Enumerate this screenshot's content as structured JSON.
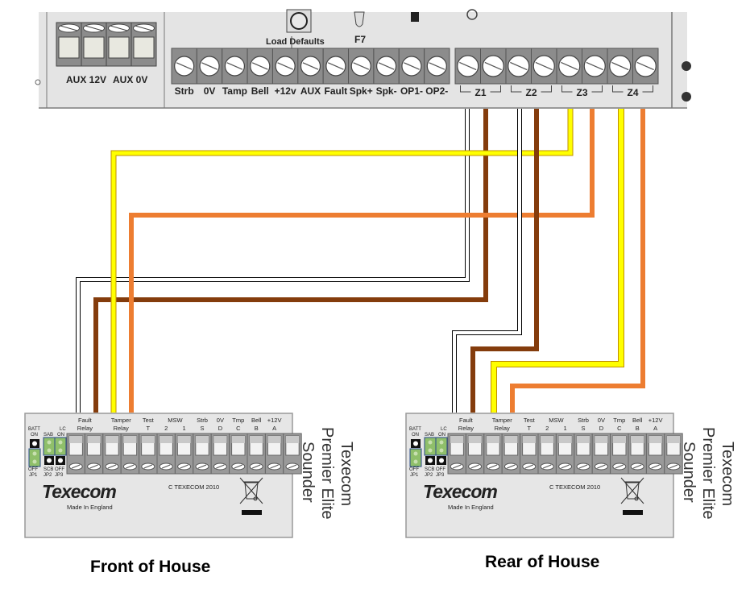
{
  "panel": {
    "aux_labels": [
      "AUX 12V",
      "AUX 0V"
    ],
    "load_defaults_label": "Load Defaults",
    "f7_label": "F7",
    "terminals": [
      "Strb",
      "0V",
      "Tamp",
      "Bell",
      "+12v",
      "AUX",
      "Fault",
      "Spk+",
      "Spk-",
      "OP1-",
      "OP2-"
    ],
    "zones": [
      "Z1",
      "Z2",
      "Z3",
      "Z4"
    ]
  },
  "sounders": [
    {
      "caption": "Front of House",
      "title_lines": [
        "Texecom",
        "Premier Elite",
        "Sounder"
      ]
    },
    {
      "caption": "Rear of House",
      "title_lines": [
        "Texecom",
        "Premier Elite",
        "Sounder"
      ]
    }
  ],
  "sounder_board": {
    "terminal_groups": [
      {
        "top": "Fault",
        "bottom": "Relay"
      },
      {
        "top": "Tamper",
        "bottom": "Relay"
      },
      {
        "top": "Test",
        "bottom": "T"
      },
      {
        "top": "MSW",
        "bottom_left": "2",
        "bottom_right": "1"
      },
      {
        "top": "Strb",
        "bottom": "S"
      },
      {
        "top": "0V",
        "bottom": "D"
      },
      {
        "top": "Tmp",
        "bottom": "C"
      },
      {
        "top": "Bell",
        "bottom": "B"
      },
      {
        "top": "+12V",
        "bottom": "A"
      }
    ],
    "jumpers": {
      "batt": "BATT",
      "on": "ON",
      "sab": "SAB",
      "lc": "LC",
      "off": "OFF",
      "scb": "SCB",
      "jp1": "JP1",
      "jp2": "JP2",
      "jp3": "JP3"
    },
    "brand": "Texecom",
    "made_in": "Made In England",
    "copyright": "C TEXECOM 2010"
  },
  "wire_colors": {
    "white": "#ffffff",
    "brown": "#843c0c",
    "yellow": "#ffff00",
    "yellow_edge": "#bf9000",
    "orange": "#ed7d31"
  }
}
